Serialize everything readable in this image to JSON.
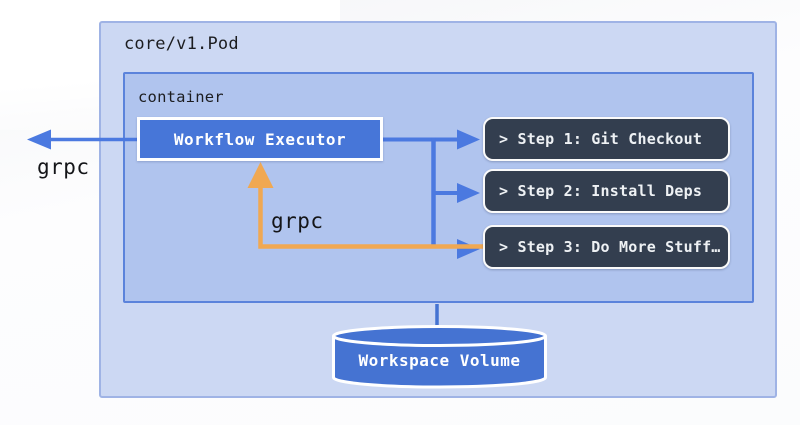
{
  "diagram": {
    "pod": {
      "label": "core/v1.Pod"
    },
    "container": {
      "label": "container"
    },
    "executor": {
      "label": "Workflow Executor"
    },
    "steps": [
      {
        "label": "> Step 1: Git Checkout"
      },
      {
        "label": "> Step 2: Install Deps"
      },
      {
        "label": "> Step 3: Do More Stuff…"
      }
    ],
    "volume": {
      "label": "Workspace Volume"
    },
    "grpc_out": {
      "label": "grpc"
    },
    "grpc_internal": {
      "label": "grpc"
    },
    "connections": [
      {
        "name": "grpc-out-arrow",
        "from": "workflow-executor",
        "to": "outside-pod",
        "label": "grpc",
        "color": "#4b79e0"
      },
      {
        "name": "executor-to-step-1",
        "from": "workflow-executor",
        "to": "step-1",
        "color": "#4b79e0"
      },
      {
        "name": "executor-to-step-2",
        "from": "workflow-executor",
        "to": "step-2",
        "color": "#4b79e0"
      },
      {
        "name": "executor-to-step-3",
        "from": "workflow-executor",
        "to": "step-3",
        "color": "#4b79e0"
      },
      {
        "name": "step-3-grpc-to-executor",
        "from": "step-3",
        "to": "workflow-executor",
        "label": "grpc",
        "color": "#f0a852"
      },
      {
        "name": "container-to-volume",
        "from": "container",
        "to": "workspace-volume",
        "color": "#4573d2"
      }
    ],
    "colors": {
      "pod_fill": "#ccd8f3",
      "pod_border": "#9fb3e5",
      "container_fill": "#b0c4ee",
      "container_border": "#5b83db",
      "node_blue": "#4776d8",
      "step_dark": "#333e4f",
      "arrow_blue": "#4b79e0",
      "arrow_orange": "#f0a852"
    }
  }
}
